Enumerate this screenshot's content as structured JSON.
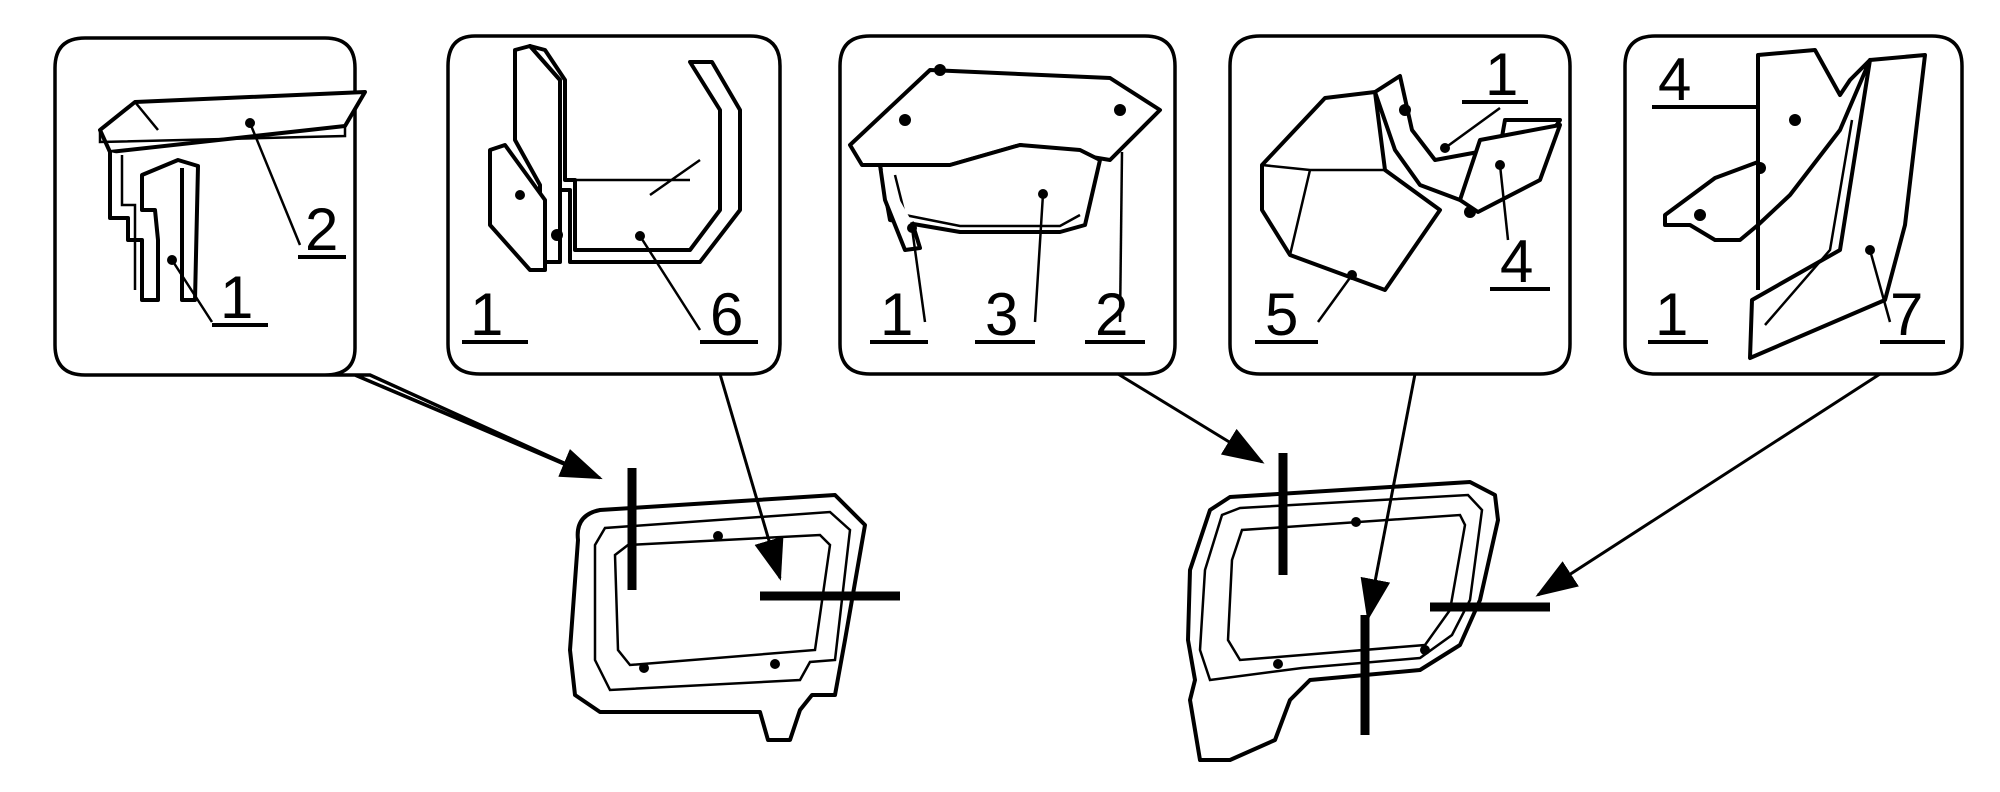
{
  "figure": {
    "callouts": [
      {
        "id": "c1",
        "labels": [
          "1",
          "2"
        ]
      },
      {
        "id": "c2",
        "labels": [
          "1",
          "6"
        ]
      },
      {
        "id": "c3",
        "labels": [
          "1",
          "3",
          "2"
        ]
      },
      {
        "id": "c4",
        "labels": [
          "1",
          "5",
          "4"
        ]
      },
      {
        "id": "c5",
        "labels": [
          "4",
          "1",
          "7"
        ]
      }
    ]
  },
  "colors": {
    "line": "#000000",
    "background": "#ffffff"
  }
}
